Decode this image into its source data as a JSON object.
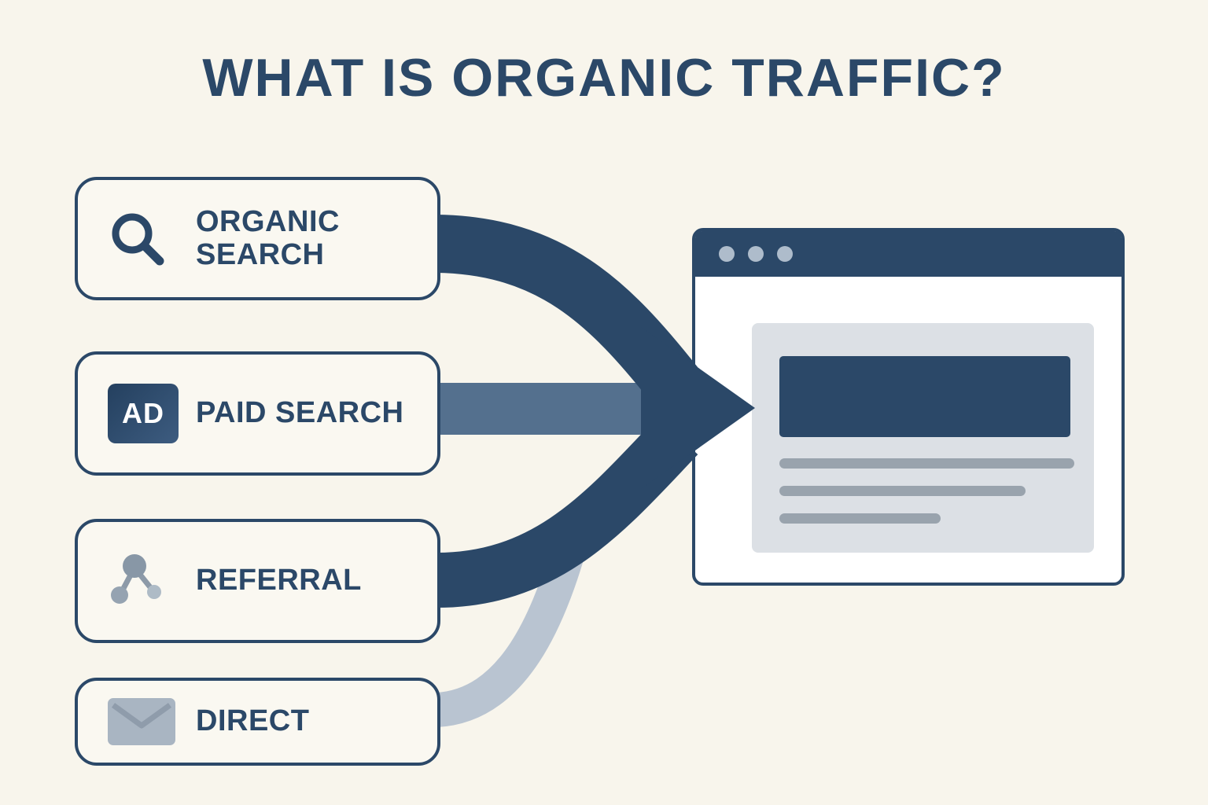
{
  "title": "WHAT IS ORGANIC TRAFFIC?",
  "sources": {
    "items": [
      {
        "label": "ORGANIC SEARCH",
        "icon": "magnifier-icon"
      },
      {
        "label": "PAID SEARCH",
        "icon": "ad-badge-icon",
        "badge_text": "AD"
      },
      {
        "label": "REFERRAL",
        "icon": "share-network-icon"
      },
      {
        "label": "DIRECT",
        "icon": "envelope-icon"
      }
    ]
  },
  "destination": {
    "type": "browser-window-mockup",
    "window_dots": 3
  },
  "colors": {
    "background": "#f8f5ec",
    "navy": "#2b4868",
    "slate": "#54708e",
    "light_band": "#b9c4d1",
    "box_bg": "#faf8f1",
    "panel": "#dce0e5",
    "line_gray": "#99a3ad",
    "dot": "#aebccb",
    "envelope": "#a9b5c2",
    "share": "#8d9aa8"
  }
}
